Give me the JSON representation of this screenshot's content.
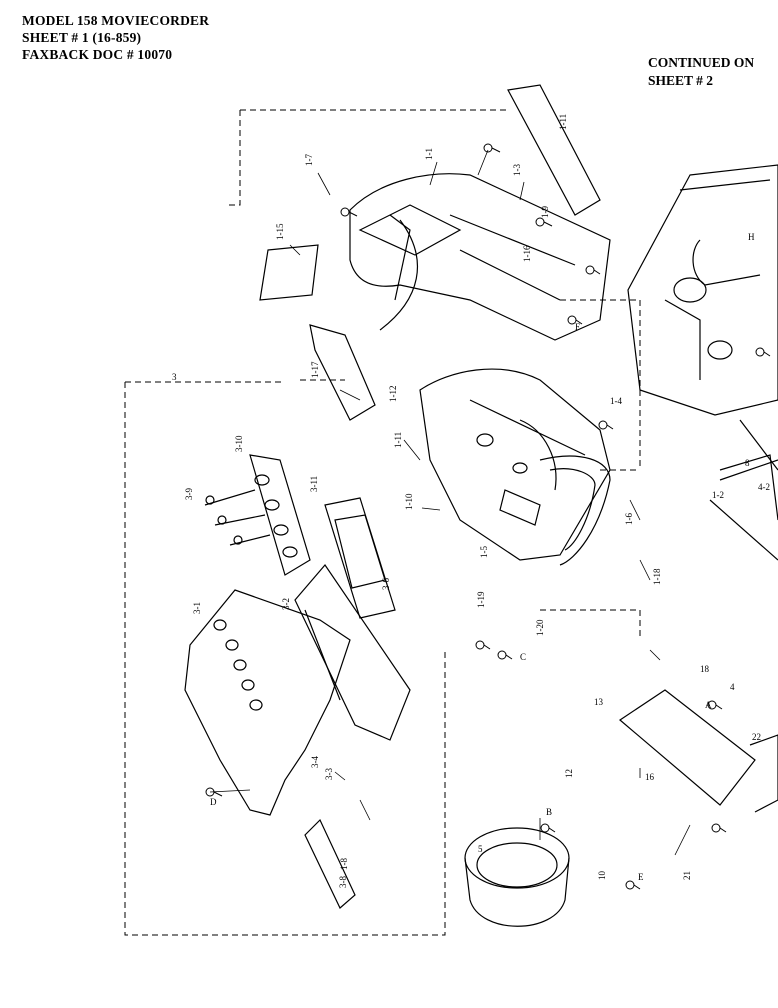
{
  "header": {
    "line1": "MODEL 158 MOVIECORDER",
    "line2": "SHEET # 1  (16-859)",
    "line3": "FAXBACK DOC # 10070"
  },
  "continued": {
    "line1": "CONTINUED ON",
    "line2": "SHEET # 2"
  },
  "part_labels": {
    "p1_1": "1-1",
    "p1_2": "1-2",
    "p1_3": "1-3",
    "p1_4": "1-4",
    "p1_5": "1-5",
    "p1_6": "1-6",
    "p1_7": "1-7",
    "p1_8": "1-8",
    "p1_9": "1-9",
    "p1_10": "1-10",
    "p1_11": "1-11",
    "p1_12": "1-12",
    "p1_15": "1-15",
    "p1_16": "1-16",
    "p1_17": "1-17",
    "p1_18": "1-18",
    "p1_19": "1-19",
    "p1_20": "1-20",
    "p3": "3",
    "p3_1": "3-1",
    "p3_2": "3-2",
    "p3_3": "3-3",
    "p3_4": "3-4",
    "p3_6": "3-6",
    "p3_8": "3-8",
    "p3_9": "3-9",
    "p3_10": "3-10",
    "p3_11": "3-11",
    "p4": "4",
    "p4_2": "4-2",
    "p5": "5",
    "p8": "8",
    "p10": "10",
    "p12": "12",
    "p13": "13",
    "p16": "16",
    "p18": "18",
    "p21": "21",
    "p22": "22",
    "pA": "A",
    "pB": "B",
    "pC": "C",
    "pD": "D",
    "pE": "E",
    "pF": "F",
    "pH": "H"
  }
}
